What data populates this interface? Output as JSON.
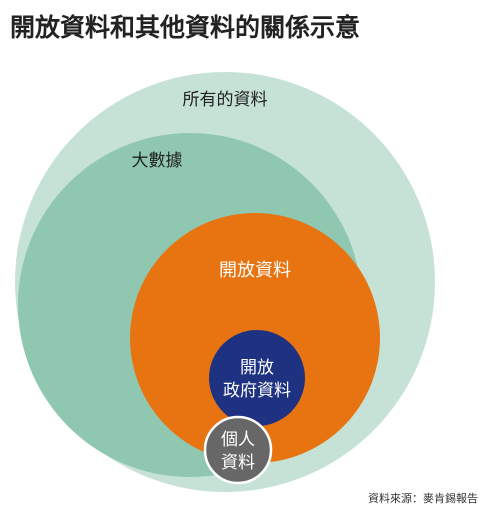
{
  "title": "開放資料和其他資料的關係示意",
  "sets": {
    "all_data": {
      "label": "所有的資料",
      "color": "#c6e2d6"
    },
    "big_data": {
      "label": "大數據",
      "color": "#8fc7b1"
    },
    "open_data": {
      "label": "開放資料",
      "color": "#e87411"
    },
    "open_gov_data": {
      "line1": "開放",
      "line2": "政府資料",
      "color": "#1f3282"
    },
    "personal_data": {
      "line1": "個人",
      "line2": "資料",
      "color": "#666666"
    }
  },
  "source": "資料來源：麥肯錫報告"
}
